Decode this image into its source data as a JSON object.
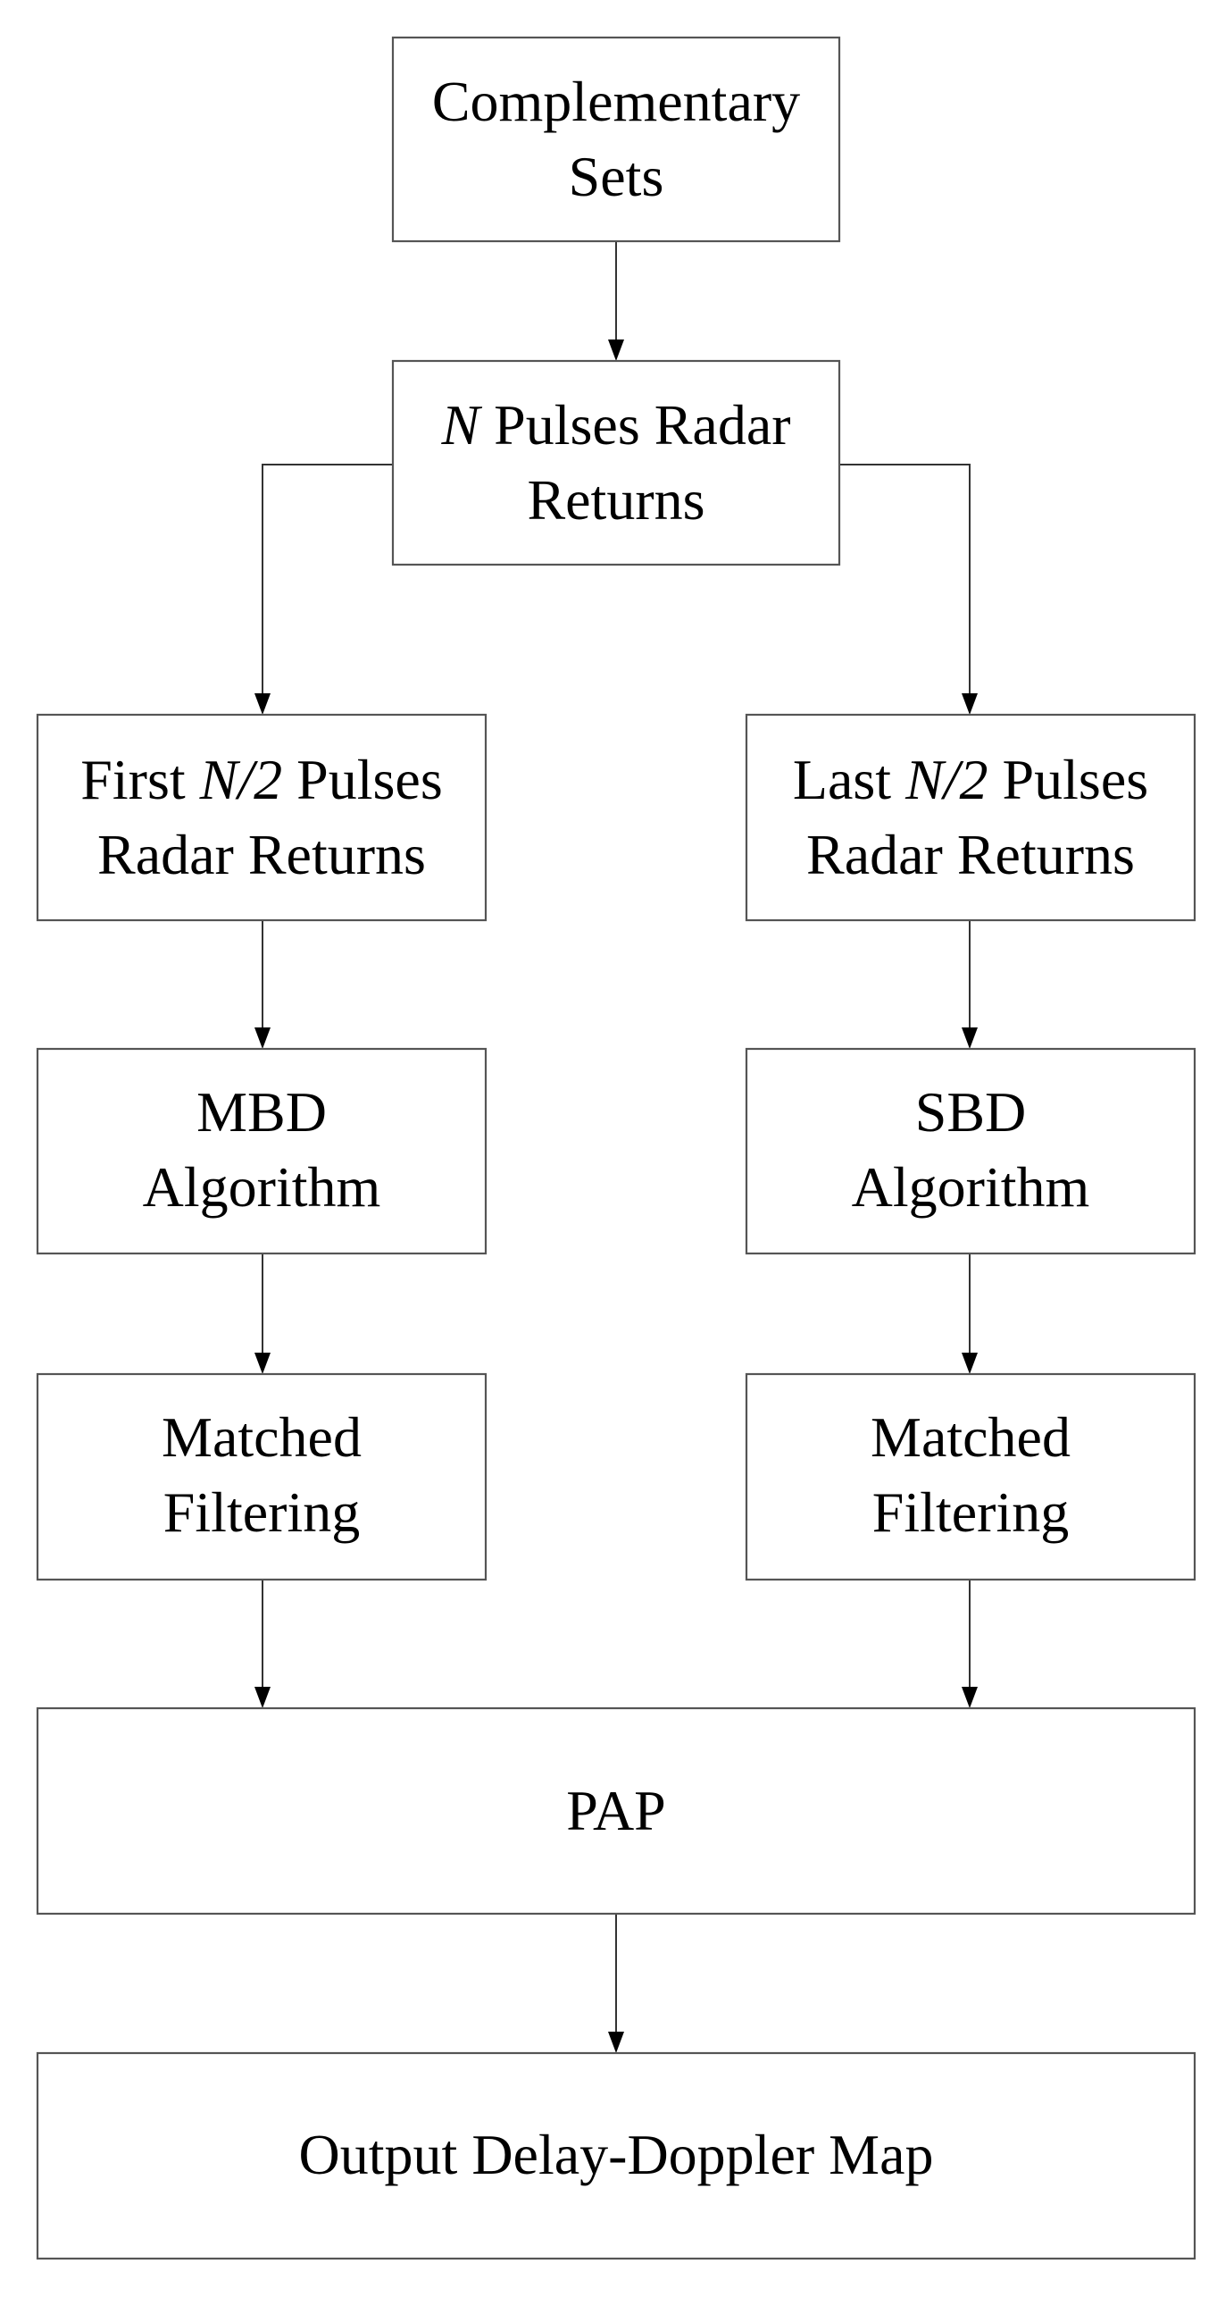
{
  "diagram": {
    "nodes": {
      "complementary_sets": {
        "line1": "Complementary",
        "line2": "Sets"
      },
      "n_pulses": {
        "var": "N",
        "line1_rest": " Pulses Radar",
        "line2": "Returns"
      },
      "first_half": {
        "prefix": "First ",
        "var": "N/2",
        "suffix": " Pulses",
        "line2": "Radar Returns"
      },
      "last_half": {
        "prefix": "Last ",
        "var": "N/2",
        "suffix": " Pulses",
        "line2": "Radar Returns"
      },
      "mbd": {
        "line1": "MBD",
        "line2": "Algorithm"
      },
      "sbd": {
        "line1": "SBD",
        "line2": "Algorithm"
      },
      "mf_left": {
        "line1": "Matched",
        "line2": "Filtering"
      },
      "mf_right": {
        "line1": "Matched",
        "line2": "Filtering"
      },
      "pap": {
        "line1": "PAP"
      },
      "output": {
        "line1": "Output Delay-Doppler Map"
      }
    },
    "edges": [
      {
        "from": "complementary_sets",
        "to": "n_pulses"
      },
      {
        "from": "n_pulses",
        "to": "first_half"
      },
      {
        "from": "n_pulses",
        "to": "last_half"
      },
      {
        "from": "first_half",
        "to": "mbd"
      },
      {
        "from": "last_half",
        "to": "sbd"
      },
      {
        "from": "mbd",
        "to": "mf_left"
      },
      {
        "from": "sbd",
        "to": "mf_right"
      },
      {
        "from": "mf_left",
        "to": "pap"
      },
      {
        "from": "mf_right",
        "to": "pap"
      },
      {
        "from": "pap",
        "to": "output"
      }
    ]
  }
}
